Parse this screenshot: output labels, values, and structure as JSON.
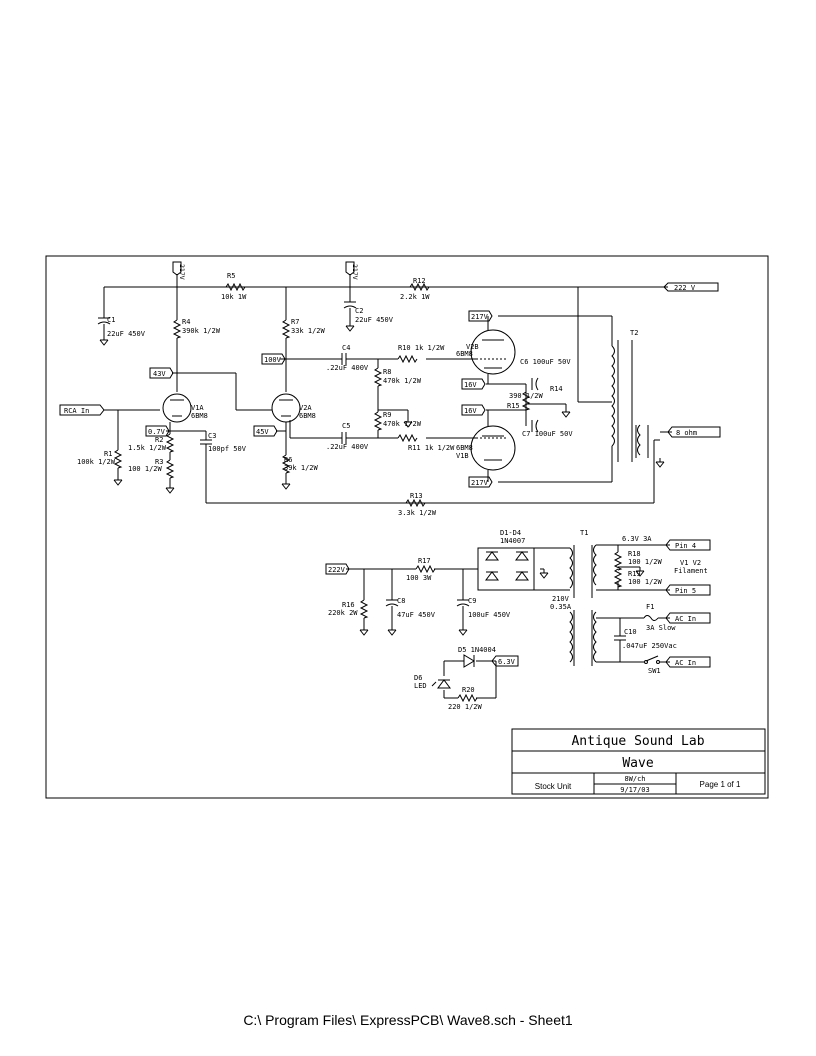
{
  "labels": {
    "n217_top1": "217V",
    "n217_top2": "217V",
    "n222v": "222 V",
    "n217_r": "217V",
    "n217_r2": "217V",
    "n43": "43V",
    "n100": "100V",
    "n45": "45V",
    "n07": "0.7V",
    "n16a": "16V",
    "n16b": "16V",
    "rca": "RCA In",
    "ohm8": "8 ohm",
    "n222_ps": "222V",
    "pin4": "Pin 4",
    "pin5": "Pin 5",
    "acin1": "AC In",
    "acin2": "AC In",
    "n63": "6.3V",
    "C1n": "C1",
    "C1v": "22uF 450V",
    "R4n": "R4",
    "R4v": "390k 1/2W",
    "R5n": "R5",
    "R5v": "10k 1W",
    "R7n": "R7",
    "R7v": "33k 1/2W",
    "C2n": "C2",
    "C2v": "22uF 450V",
    "R12n": "R12",
    "R12v": "2.2k 1W",
    "T2": "T2",
    "C4n": "C4",
    "C4v": ".22uF 400V",
    "R10": "R10 1k 1/2W",
    "V2Bn": "V2B",
    "V2Bt": "6BM8",
    "C6": "C6 100uF 50V",
    "R8n": "R8",
    "R8v": "470k 1/2W",
    "R14": "R14",
    "R14v": "390 1/2W",
    "R15": "R15",
    "V1An": "V1A",
    "V1At": "6BM8",
    "V2An": "V2A",
    "V2At": "6BM8",
    "R9n": "R9",
    "R9v": "470k 1/2W",
    "C7": "C7 100uF 50V",
    "C5n": "C5",
    "C5v": ".22uF 400V",
    "R11": "R11 1k 1/2W",
    "V1Bt": "6BM8",
    "V1Bn": "V1B",
    "R1n": "R1",
    "R1v": "100k 1/2W",
    "R2n": "R2",
    "R2v": "1.5k 1/2W",
    "C3n": "C3",
    "C3v": "100pf 50V",
    "R3n": "R3",
    "R3v": "100 1/2W",
    "R6n": "R6",
    "R6v": "39k 1/2W",
    "R13n": "R13",
    "R13v": "3.3k 1/2W",
    "D14n": "D1-D4",
    "D14v": "1N4007",
    "T1": "T1",
    "R17n": "R17",
    "R17v": "100 3W",
    "v63": "6.3V 3A",
    "R18n": "R18",
    "R18v": "100 1/2W",
    "R19n": "R19",
    "R19v": "100 1/2W",
    "fil1": "V1 V2",
    "fil2": "Filament",
    "t210": "210V",
    "t035": "0.35A",
    "R16n": "R16",
    "R16v": "220k 2W",
    "C8n": "C8",
    "C8v": "47uF 450V",
    "C9n": "C9",
    "C9v": "100uF 450V",
    "F1n": "F1",
    "F1v": "3A Slow",
    "C10n": "C10",
    "C10v": ".047uF 250Vac",
    "SW1": "SW1",
    "D5": "D5 1N4004",
    "D6n": "D6",
    "D6v": "LED",
    "R20n": "R20",
    "R20v": "220 1/2W"
  },
  "title_block": {
    "company": "Antique Sound Lab",
    "title": "Wave",
    "stock": "Stock Unit",
    "power": "8W/ch",
    "date": "9/17/03",
    "page": "Page 1 of 1"
  },
  "footer": "C:\\ Program Files\\ ExpressPCB\\ Wave8.sch  -  Sheet1"
}
